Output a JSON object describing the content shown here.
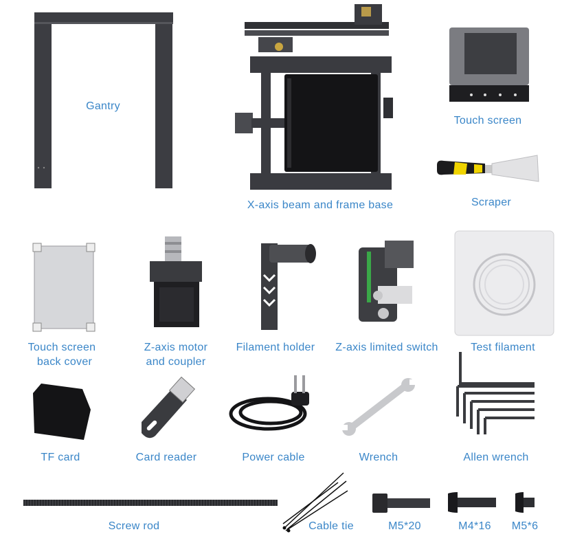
{
  "labels": {
    "gantry": "Gantry",
    "xaxis_frame": "X-axis beam and frame base",
    "touch_screen": "Touch screen",
    "scraper": "Scraper",
    "touch_cover_line1": "Touch screen",
    "touch_cover_line2": "back cover",
    "zmotor_line1": "Z-axis motor",
    "zmotor_line2": "and coupler",
    "filament_holder": "Filament holder",
    "zswitch": "Z-axis limited switch",
    "test_filament": "Test filament",
    "tf_card": "TF card",
    "card_reader": "Card reader",
    "power_cable": "Power cable",
    "wrench": "Wrench",
    "allen_wrench": "Allen wrench",
    "screw_rod": "Screw rod",
    "cable_tie": "Cable tie",
    "m5_20": "M5*20",
    "m4_16": "M4*16",
    "m5_6": "M5*6"
  }
}
